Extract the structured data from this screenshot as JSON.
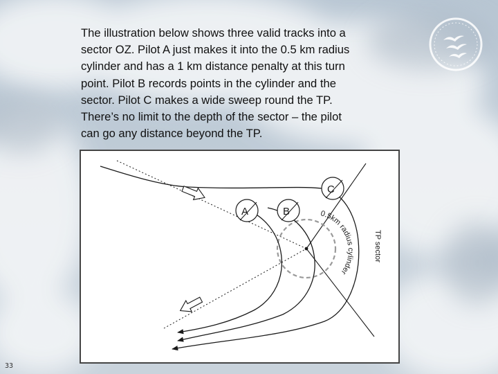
{
  "slide": {
    "caption_lines": [
      "The illustration below shows three valid tracks into a",
      "sector OZ. Pilot A just makes it into the 0.5 km radius",
      "cylinder and has a 1 km distance penalty at this turn",
      "point. Pilot B records points in the cylinder and the",
      "sector. Pilot C makes a wide sweep round the TP.",
      "There’s no limit to the depth of the sector – the pilot",
      "can go any distance beyond the TP."
    ],
    "page_number": "33"
  },
  "diagram": {
    "pilot_labels": [
      "A",
      "B",
      "C"
    ],
    "cylinder_label": "0.5km radius cylinder",
    "sector_label": "TP sector"
  },
  "colors": {
    "track": "#1a1a1a",
    "cylinder": "#9a9a9a",
    "logo": "#ffffff"
  },
  "icons": {
    "logo": "gliders-emblem-icon",
    "arrow_in": "arrow-in-icon",
    "arrow_out": "arrow-out-icon"
  }
}
